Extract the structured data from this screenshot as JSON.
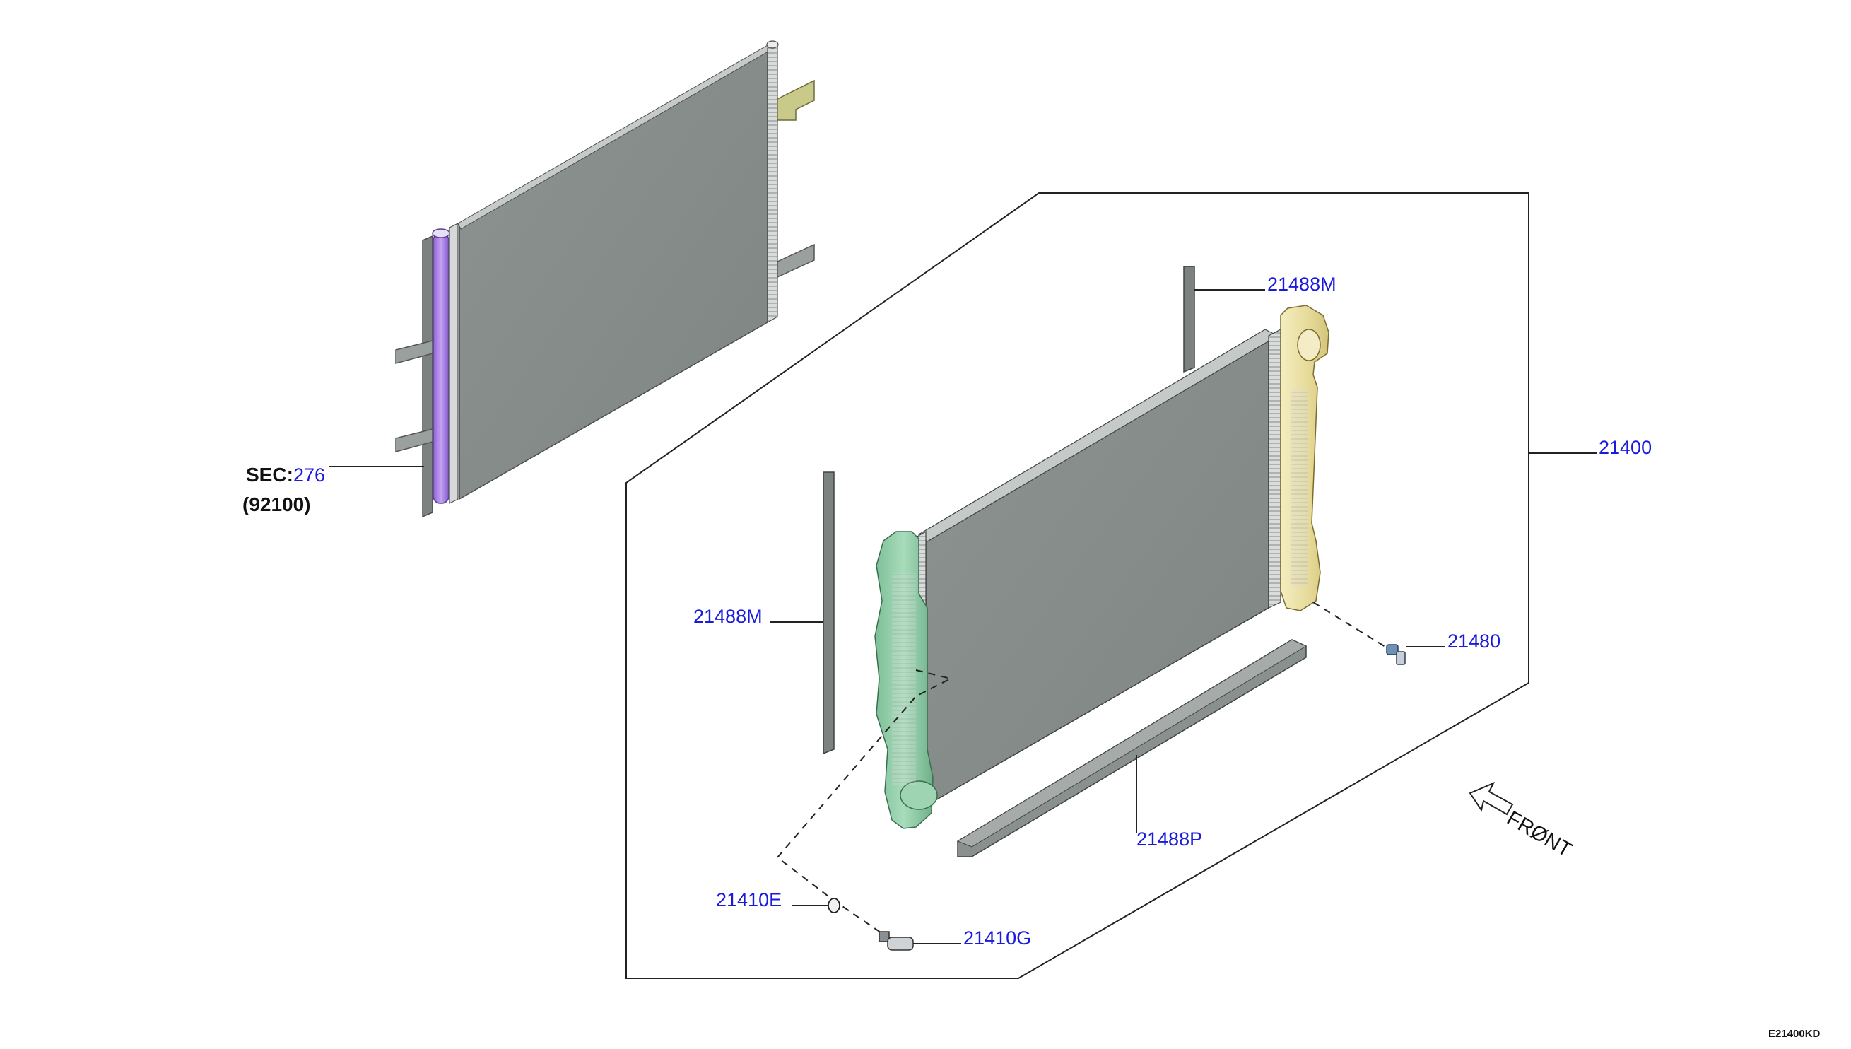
{
  "sec_ref": {
    "prefix": "SEC:",
    "number": "276",
    "sub": "(92100)"
  },
  "callouts": {
    "p21488M_top": "21488M",
    "p21488M_left": "21488M",
    "p21400": "21400",
    "p21480": "21480",
    "p21488P": "21488P",
    "p21410E": "21410E",
    "p21410G": "21410G"
  },
  "front_label": "FRØNT",
  "diagram_code": "E21400KD",
  "icons": {
    "condenser": "condenser-icon",
    "radiator": "radiator-icon",
    "front_arrow": "front-arrow-icon"
  },
  "colors": {
    "part_link": "#1a1adc",
    "core": "#858b89",
    "left_tank": "#8fc9a5",
    "right_tank": "#ece3a8",
    "receiver_tank": "#a67fe0",
    "bracket": "#c9c98a"
  }
}
